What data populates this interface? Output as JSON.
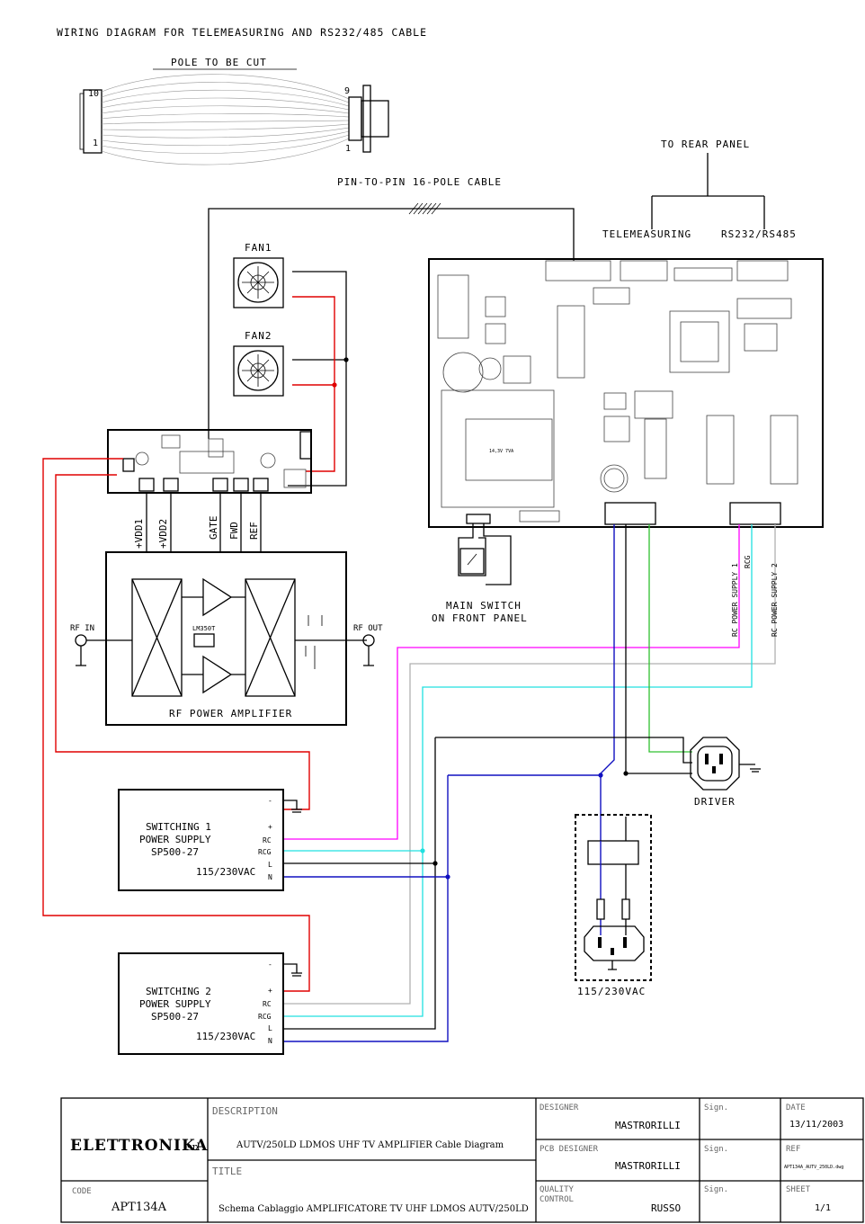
{
  "header": {
    "title": "WIRING DIAGRAM FOR TELEMEASURING AND RS232/485 CABLE",
    "pole_cut": "POLE TO BE CUT",
    "pin_cable": "PIN-TO-PIN 16-POLE CABLE",
    "pin10": "10",
    "pin1_left": "1",
    "pin9": "9",
    "pin1_right": "1"
  },
  "rear": {
    "to_rear_panel": "TO REAR PANEL",
    "telemeasuring": "TELEMEASURING",
    "rs232": "RS232/RS485",
    "main_switch_1": "MAIN SWITCH",
    "main_switch_2": "ON FRONT PANEL",
    "rc_ps1": "RC POWER SUPPLY 1",
    "rcg": "RCG",
    "rc_ps2": "RC POWER SUPPLY 2",
    "pcb_transformer": "14,3V 7VA"
  },
  "fans": {
    "fan1": "FAN1",
    "fan2": "FAN2"
  },
  "amp": {
    "vdd1": "+VDD1",
    "vdd2": "+VDD2",
    "gate": "GATE",
    "fwd": "FWD",
    "ref": "REF",
    "rf_in": "RF IN",
    "rf_out": "RF OUT",
    "chip": "LM350T",
    "title": "RF POWER AMPLIFIER"
  },
  "psu1": {
    "line1": "SWITCHING 1",
    "line2": "POWER SUPPLY",
    "line3": "SP500-27",
    "voltage": "115/230VAC",
    "pins": [
      "-",
      "+",
      "RC",
      "RCG",
      "L",
      "N"
    ]
  },
  "psu2": {
    "line1": "SWITCHING 2",
    "line2": "POWER SUPPLY",
    "line3": "SP500-27",
    "voltage": "115/230VAC",
    "pins": [
      "-",
      "+",
      "RC",
      "RCG",
      "L",
      "N"
    ]
  },
  "mains": {
    "driver": "DRIVER",
    "voltage": "115/230VAC"
  },
  "title_block": {
    "logo": "ELETTRONIKA",
    "logo_suffix": "srl",
    "description_label": "DESCRIPTION",
    "description": "AUTV/250LD LDMOS UHF TV AMPLIFIER Cable Diagram",
    "title_label": "TITLE",
    "title": "Schema Cablaggio AMPLIFICATORE TV UHF LDMOS AUTV/250LD",
    "code_label": "CODE",
    "code": "APT134A",
    "designer_label": "DESIGNER",
    "designer": "MASTRORILLI",
    "pcb_designer_label": "PCB DESIGNER",
    "pcb_designer": "MASTRORILLI",
    "quality_label_1": "QUALITY",
    "quality_label_2": "CONTROL",
    "quality": "RUSSO",
    "sign_label": "Sign.",
    "date_label": "DATE",
    "date": "13/11/2003",
    "ref_label": "REF",
    "ref": "APT134A_AUTV_250LD.dwg",
    "sheet_label": "SHEET",
    "sheet": "1/1"
  },
  "colors": {
    "red": "#e00000",
    "magenta": "#ff00ff",
    "cyan": "#20e0e0",
    "blue": "#1010c0",
    "green": "#30c030",
    "gray": "#b0b0b0"
  }
}
